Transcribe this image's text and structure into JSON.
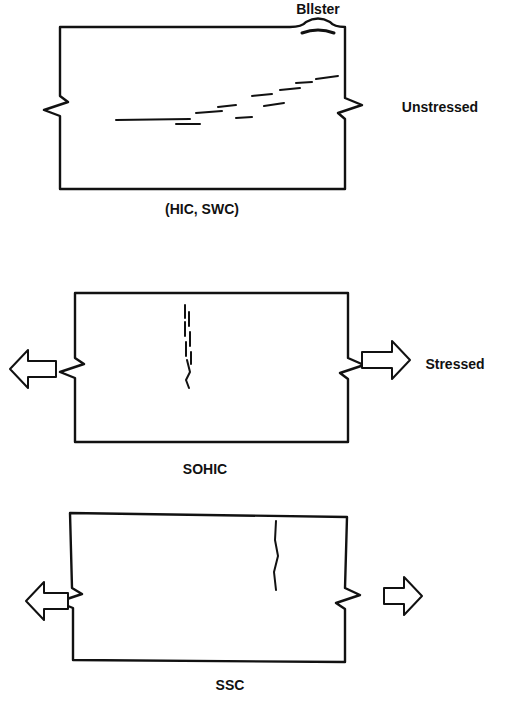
{
  "diagram": {
    "labels": [
      "Bllster",
      "Unstressed",
      "(HIC, SWC)",
      "Stressed",
      "SOHIC",
      "SSC"
    ]
  }
}
